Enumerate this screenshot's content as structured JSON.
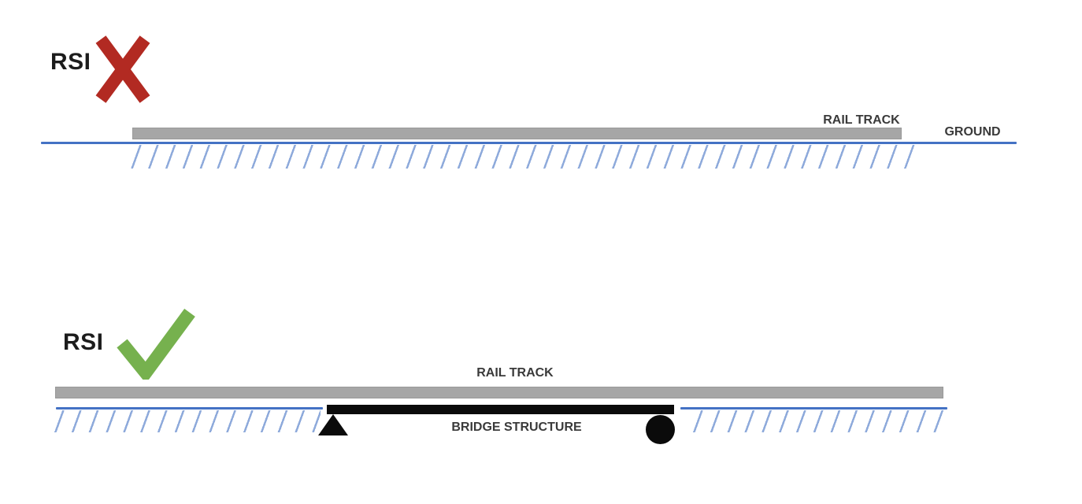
{
  "scenarios": {
    "top": {
      "title": "RSI",
      "verdict_icon": "cross-icon",
      "labels": {
        "rail_track": "RAIL TRACK",
        "ground": "GROUND"
      }
    },
    "bottom": {
      "title": "RSI",
      "verdict_icon": "check-icon",
      "labels": {
        "rail_track": "RAIL TRACK",
        "bridge": "BRIDGE STRUCTURE"
      }
    }
  },
  "colors": {
    "rail_gray": "#a6a6a6",
    "ground_line_blue": "#4472c4",
    "hatch_blue": "#8eaadb",
    "cross_red": "#b22a22",
    "check_green": "#76b14e",
    "bridge_black": "#0b0b0b",
    "label_text": "#3a3a3a",
    "title_text": "#1c1c1c"
  }
}
